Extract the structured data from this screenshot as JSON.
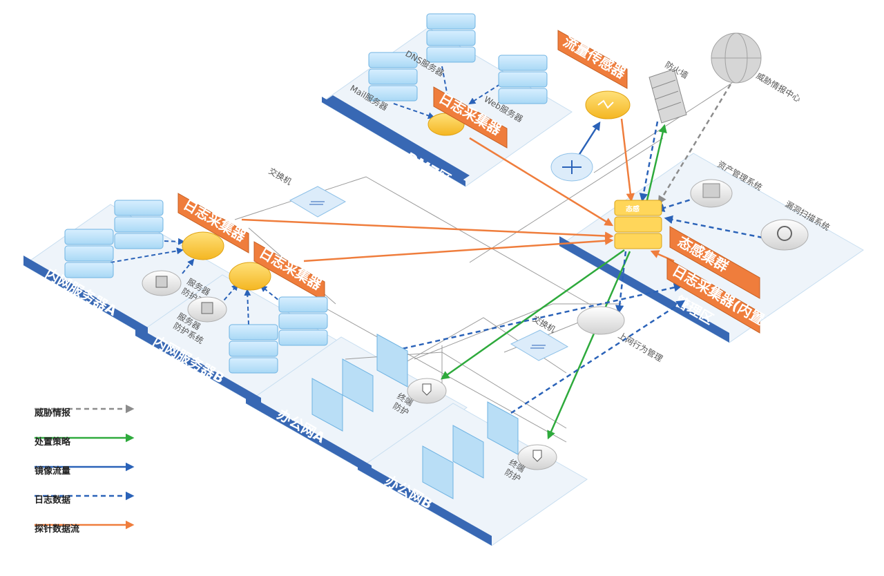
{
  "colors": {
    "threat": "#8c8c8c",
    "policy": "#2eaa3c",
    "mirror": "#2a62b8",
    "log": "#2a62b8",
    "probe": "#ef7d3c",
    "zone_band": "#3868b4",
    "platform": "#eef4fa",
    "orange_box": "#ef7d3c",
    "server_blue": "#9ccdef"
  },
  "zones": {
    "dmz": "DMZ区",
    "mgmt": "管理区",
    "inner_a": "内网服务器A",
    "inner_b": "内网服务器B",
    "office_a": "办公网A",
    "office_b": "办公网B"
  },
  "dmz": {
    "dns": "DNS服务器",
    "mail": "Mail服务器",
    "web": "Web服务器",
    "collector": "日志采集器"
  },
  "devices": {
    "flow_sensor": "流量传感器",
    "firewall": "防火墙",
    "threat_center": "威胁情报中心",
    "switch_top": "交换机",
    "switch_mid": "交换机",
    "asset_mgmt": "资产管理系统",
    "vuln_scan": "漏洞扫描系统",
    "cluster": "态感集群",
    "collector_in": "日志采集器(内置)",
    "core_tag": "态感",
    "web_behavior": "上网行为管理",
    "collector_a": "日志采集器",
    "collector_b": "日志采集器",
    "hips_a_1": "服务器",
    "hips_a_2": "防护系统",
    "hips_b_1": "服务器",
    "hips_b_2": "防护系统",
    "edr_a_1": "终端",
    "edr_a_2": "防护",
    "edr_b_1": "终端",
    "edr_b_2": "防护"
  },
  "icons": {
    "router": "router-icon",
    "globe": "globe-icon",
    "firewall": "brick-wall-icon",
    "server": "server-stack-icon",
    "monitor": "monitor-icon",
    "sensor": "sensor-disc-icon",
    "shield": "shield-icon"
  },
  "legend": [
    {
      "key": "threat",
      "label": "威胁情报",
      "dashed": true
    },
    {
      "key": "policy",
      "label": "处置策略",
      "dashed": false
    },
    {
      "key": "mirror",
      "label": "镜像流量",
      "dashed": false
    },
    {
      "key": "log",
      "label": "日志数据",
      "dashed": true
    },
    {
      "key": "probe",
      "label": "探针数据流",
      "dashed": false
    }
  ]
}
